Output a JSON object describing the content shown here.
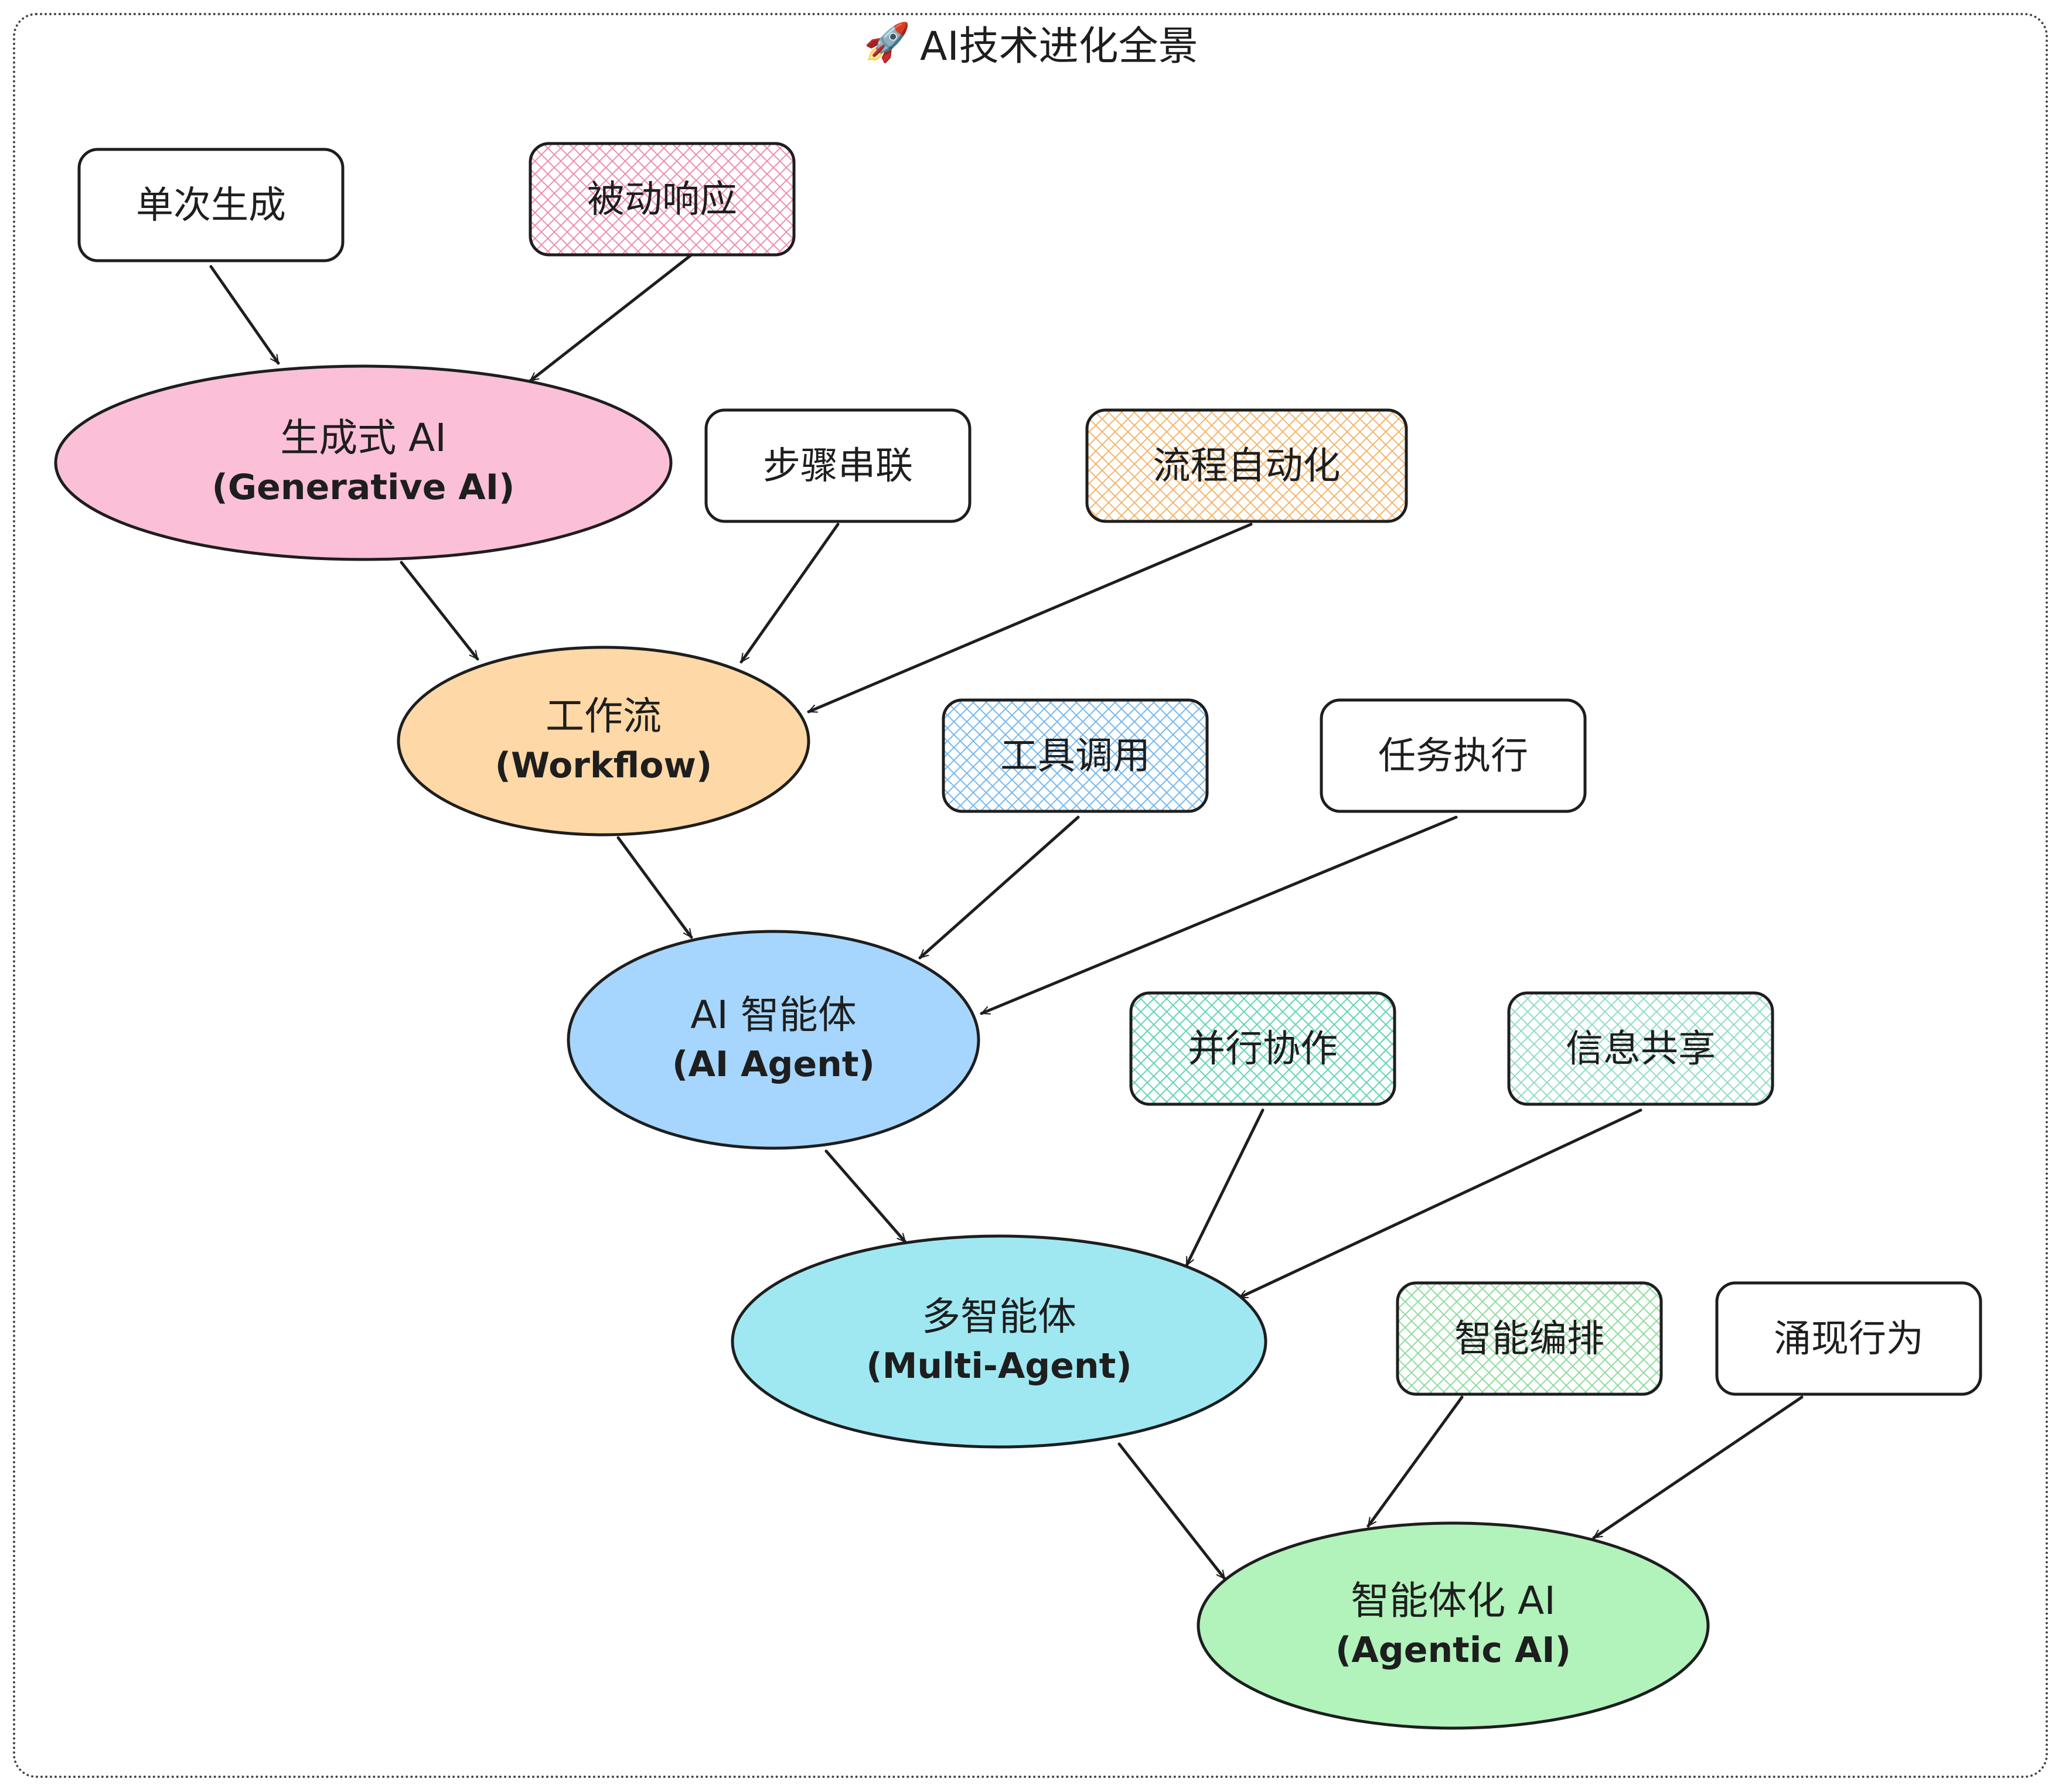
{
  "title": {
    "icon": "rocket-icon",
    "emoji": "🚀",
    "text": "AI技术进化全景"
  },
  "colors": {
    "stroke": "#1e1e1e",
    "generative": "#fbbfd8",
    "workflow": "#fed8a6",
    "agent": "#a6d6fd",
    "multi_agent": "#9fe8f2",
    "agentic": "#b2f2bb",
    "hatch_pink": "#f08bb0",
    "hatch_orange": "#f4b56a",
    "hatch_blue": "#74b8f0",
    "hatch_teal": "#5fd4b6",
    "hatch_lightteal": "#8fdcc4",
    "hatch_green": "#8edc9c"
  },
  "stages": [
    {
      "id": "generative",
      "line1": "生成式 AI",
      "line2": "(Generative AI)"
    },
    {
      "id": "workflow",
      "line1": "工作流",
      "line2": "(Workflow)"
    },
    {
      "id": "agent",
      "line1": "AI 智能体",
      "line2": "(AI Agent)"
    },
    {
      "id": "multi_agent",
      "line1": "多智能体",
      "line2": "(Multi-Agent)"
    },
    {
      "id": "agentic",
      "line1": "智能体化 AI",
      "line2": "(Agentic AI)"
    }
  ],
  "features": [
    {
      "id": "single_gen",
      "label": "单次生成",
      "target": "generative",
      "fill": "none"
    },
    {
      "id": "passive",
      "label": "被动响应",
      "target": "generative",
      "fill": "pink"
    },
    {
      "id": "step_chain",
      "label": "步骤串联",
      "target": "workflow",
      "fill": "none"
    },
    {
      "id": "process_auto",
      "label": "流程自动化",
      "target": "workflow",
      "fill": "orange"
    },
    {
      "id": "tool_call",
      "label": "工具调用",
      "target": "agent",
      "fill": "blue"
    },
    {
      "id": "task_exec",
      "label": "任务执行",
      "target": "agent",
      "fill": "none"
    },
    {
      "id": "parallel",
      "label": "并行协作",
      "target": "multi_agent",
      "fill": "teal"
    },
    {
      "id": "info_share",
      "label": "信息共享",
      "target": "multi_agent",
      "fill": "lightteal"
    },
    {
      "id": "orchestrate",
      "label": "智能编排",
      "target": "agentic",
      "fill": "green"
    },
    {
      "id": "emergent",
      "label": "涌现行为",
      "target": "agentic",
      "fill": "none"
    }
  ]
}
